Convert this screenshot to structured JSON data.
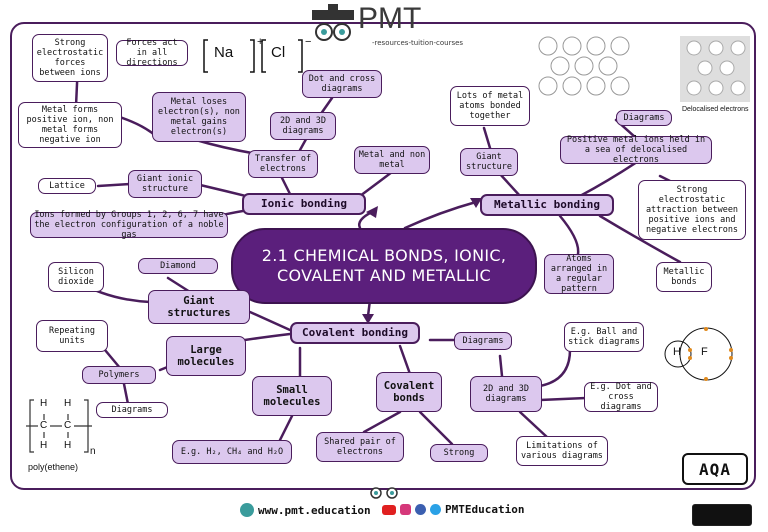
{
  "logo": {
    "text": "PMT",
    "sub": "-resources-tuition-courses"
  },
  "central": {
    "line1": "2.1 CHEMICAL BONDS, IONIC,",
    "line2": "COVALENT AND METALLIC"
  },
  "ionic": {
    "title": "Ionic bonding",
    "strong_forces": "Strong electrostatic forces between ions",
    "forces_all": "Forces act in all directions",
    "metal_forms": "Metal forms positive ion, non metal forms negative ion",
    "metal_loses": "Metal loses electron(s), non metal gains electron(s)",
    "dot_cross": "Dot and cross diagrams",
    "diagrams_2d3d": "2D and 3D diagrams",
    "transfer": "Transfer of electrons",
    "metal_nonmetal": "Metal and non metal",
    "lattice": "Lattice",
    "giant_ionic": "Giant ionic structure",
    "ions_formed": "Ions formed by Groups 1, 2, 6, 7 have the electron configuration of a noble gas",
    "na": "Na",
    "na_charge": "+",
    "cl": "Cl",
    "cl_charge": "−"
  },
  "metallic": {
    "title": "Metallic bonding",
    "lots_atoms": "Lots of metal atoms bonded together",
    "giant_structure": "Giant structure",
    "diagrams": "Diagrams",
    "positive_ions": "Positive metal ions held in a sea of delocalised electrons",
    "strong_attraction": "Strong electrostatic attraction between positive ions and negative electrons",
    "atoms_arranged": "Atoms arranged in a regular pattern",
    "metallic_bonds": "Metallic bonds",
    "delocalised_caption": "Delocalised electrons"
  },
  "covalent": {
    "title": "Covalent bonding",
    "silicon_dioxide": "Silicon dioxide",
    "diamond": "Diamond",
    "giant_structures": "Giant structures",
    "repeating_units": "Repeating units",
    "large_molecules": "Large molecules",
    "polymers": "Polymers",
    "diagrams_left": "Diagrams",
    "small_molecules": "Small molecules",
    "covalent_bonds": "Covalent bonds",
    "diagrams_right": "Diagrams",
    "ball_stick": "E.g. Ball and stick diagrams",
    "diagrams_2d3d": "2D and 3D diagrams",
    "dot_cross": "E.g. Dot and cross diagrams",
    "limitations": "Limitations of various diagrams",
    "examples": "E.g. H₂, CH₄ and H₂O",
    "shared_pair": "Shared pair of electrons",
    "strong": "Strong",
    "poly_caption": "poly(ethene)",
    "hf_h": "H",
    "hf_f": "F"
  },
  "footer": {
    "website": "www.pmt.education",
    "social": "PMTEducation"
  },
  "badge": "AQA",
  "colors": {
    "accent": "#5b1f7c",
    "box_fill": "#dcc8ee",
    "line": "#4a1d5c"
  }
}
